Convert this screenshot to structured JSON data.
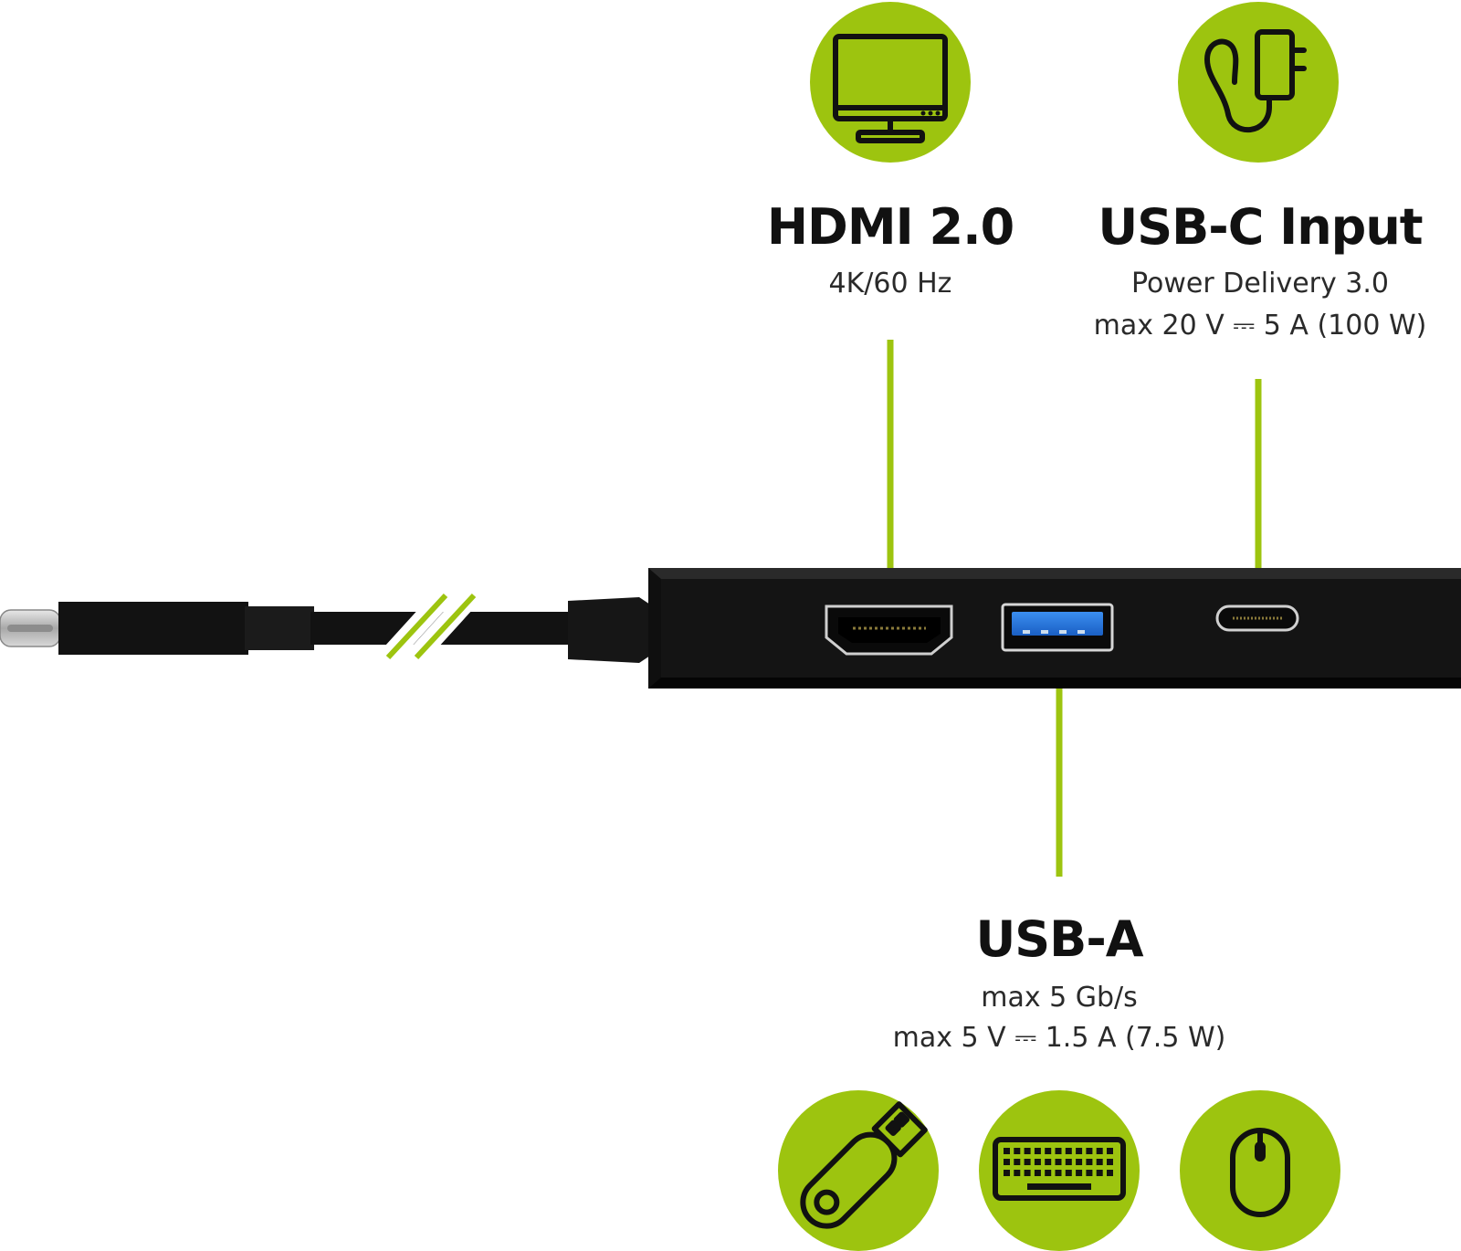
{
  "colors": {
    "accent": "#9dc40f",
    "device": "#111111",
    "icon_stroke": "#111111",
    "text": "#1a1a1a"
  },
  "ports": {
    "hdmi": {
      "title": "HDMI 2.0",
      "specs": [
        "4K/60 Hz"
      ],
      "icon": "monitor-icon"
    },
    "usb_c": {
      "title": "USB-C Input",
      "specs": [
        "Power Delivery 3.0",
        "max 20 V ⎓ 5 A (100 W)"
      ],
      "icon": "power-adapter-icon"
    },
    "usb_a": {
      "title": "USB-A",
      "specs": [
        "max 5 Gb/s",
        "max 5 V ⎓ 1.5 A (7.5 W)"
      ],
      "icons": [
        "usb-stick-icon",
        "keyboard-icon",
        "mouse-icon"
      ]
    }
  }
}
